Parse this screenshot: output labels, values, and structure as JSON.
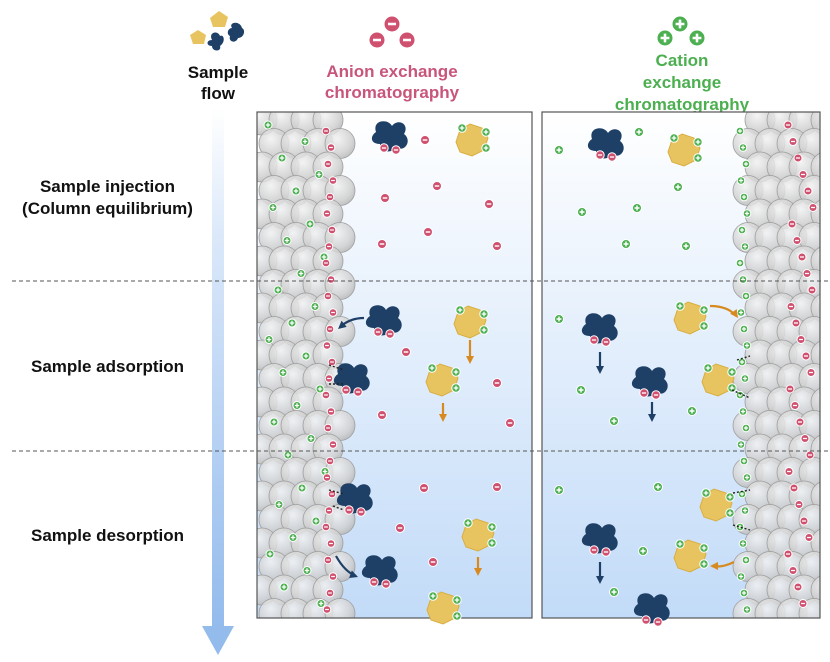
{
  "header": {
    "sample_flow": [
      "Sample",
      "flow"
    ],
    "anion": [
      "Anion exchange",
      "chromatography"
    ],
    "cation": [
      "Cation",
      "exchange",
      "chromatography"
    ]
  },
  "rows": [
    {
      "label": [
        "Sample injection",
        "(Column equilibrium)"
      ]
    },
    {
      "label": [
        "Sample adsorption"
      ]
    },
    {
      "label": [
        "Sample desorption"
      ]
    }
  ],
  "colors": {
    "anion_charge": "#d0506f",
    "cation_charge": "#4caf50",
    "acidic_protein": "#1e3f66",
    "basic_protein": "#e8c460",
    "arrow_gold": "#d68a1f",
    "flow_arrow": "#9fc3ee",
    "bead": "#c8c8c8"
  },
  "icons": [
    "pentagon-protein-icon",
    "blob-protein-icon",
    "minus-ion-icon",
    "plus-ion-icon",
    "flow-arrow-icon"
  ]
}
